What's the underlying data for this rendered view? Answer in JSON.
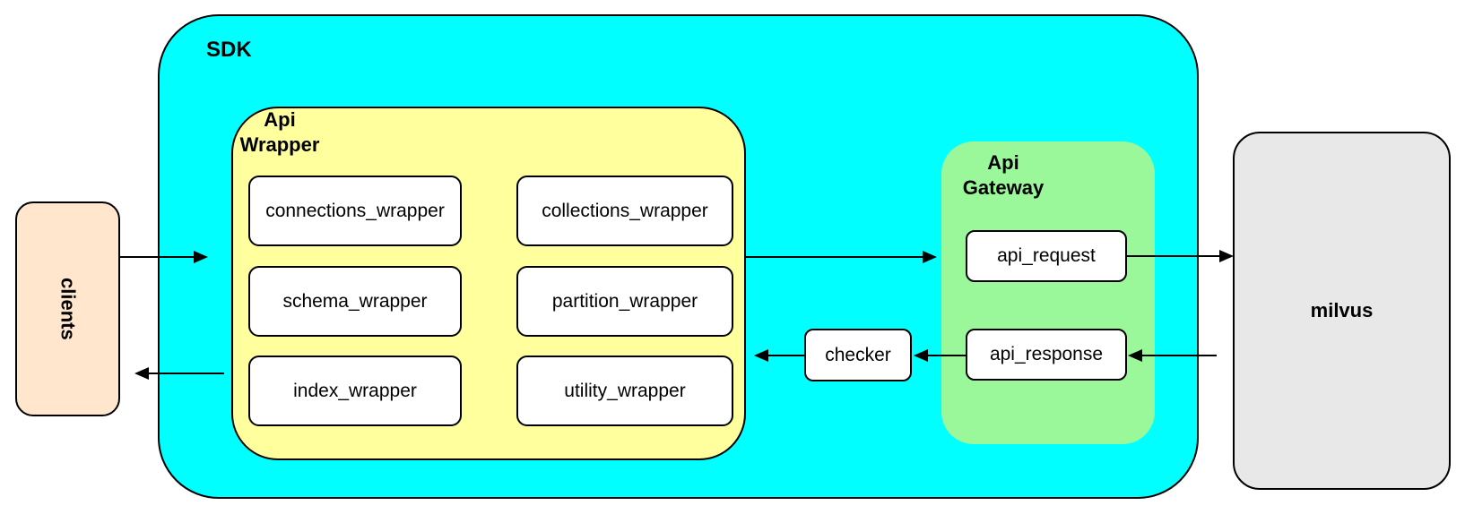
{
  "diagram": {
    "sdk": {
      "label": "SDK"
    },
    "clients": {
      "label": "clients"
    },
    "api_wrapper": {
      "label": "Api\nWrapper",
      "modules": [
        "connections_wrapper",
        "collections_wrapper",
        "schema_wrapper",
        "partition_wrapper",
        "index_wrapper",
        "utility_wrapper"
      ]
    },
    "api_gateway": {
      "label": "Api\nGateway",
      "request_label": "api_request",
      "response_label": "api_response"
    },
    "checker": {
      "label": "checker"
    },
    "milvus": {
      "label": "milvus"
    },
    "colors": {
      "sdk_fill": "#00FFFF",
      "api_wrapper_fill": "#FFFF9E",
      "api_gateway_fill": "#9AF89A",
      "clients_fill": "#FFE6CC",
      "milvus_fill": "#E8E8E8",
      "node_fill": "#FFFFFF",
      "border": "#000000",
      "arrow": "#000000"
    }
  }
}
